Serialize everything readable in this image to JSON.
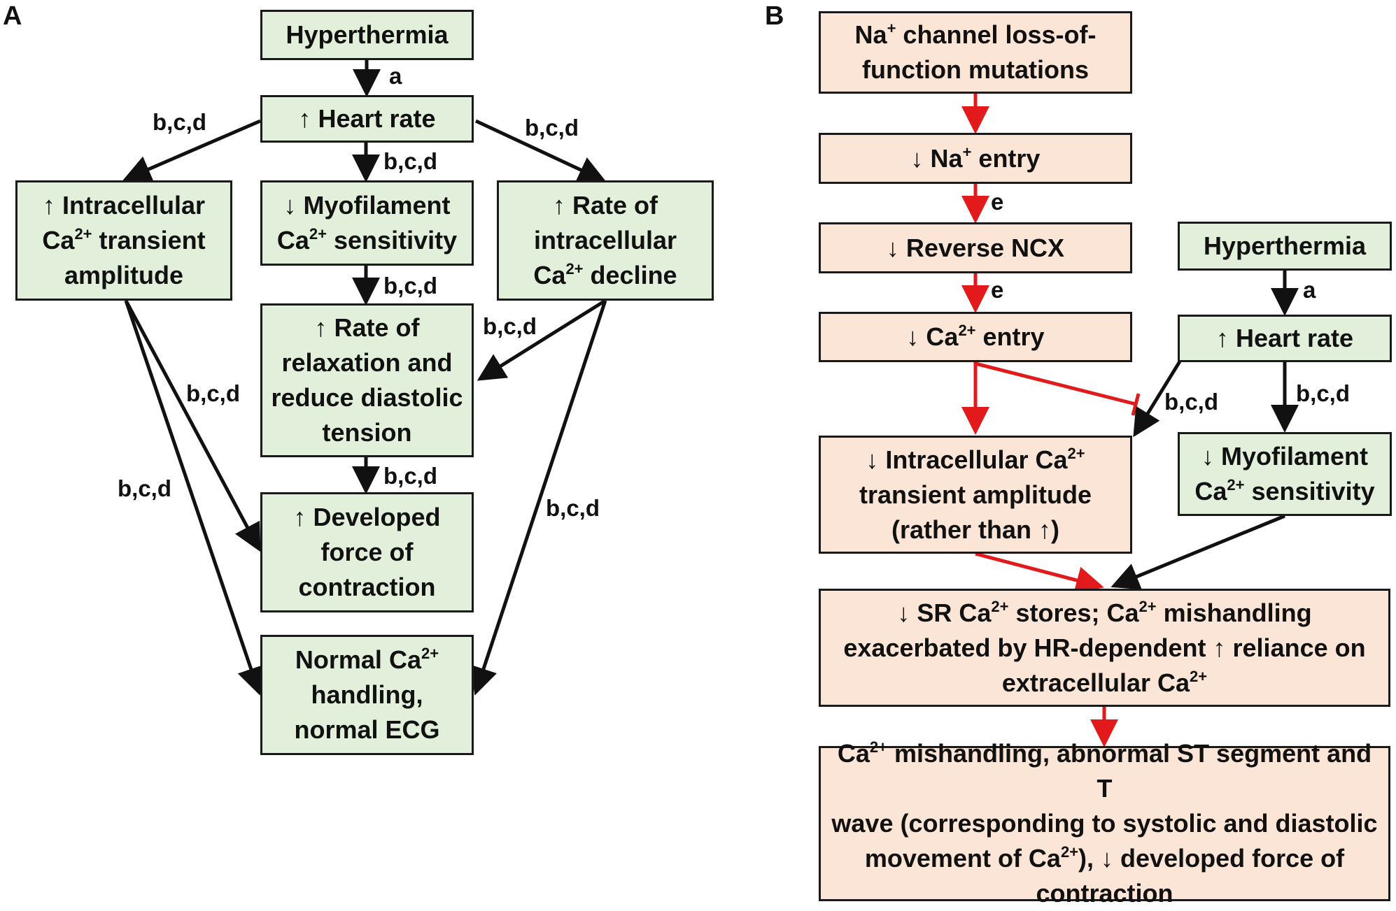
{
  "panels": {
    "a": "A",
    "b": "B"
  },
  "colors": {
    "green_box": "#e2efda",
    "peach_box": "#fbe5d6",
    "arrow_black": "#111111",
    "arrow_red": "#e31a1c"
  },
  "panel_a": {
    "hyperthermia": "Hyperthermia",
    "heart_rate": [
      "↑ Heart rate"
    ],
    "intracellular": [
      "↑ Intracellular",
      "Ca",
      "2+",
      " transient",
      "amplitude"
    ],
    "myofilament": [
      "↓ Myofilament",
      "Ca",
      "2+",
      " sensitivity"
    ],
    "rate_decline": [
      "↑ Rate of",
      "intracellular",
      "Ca",
      "2+",
      " decline"
    ],
    "relaxation": [
      "↑ Rate of",
      "relaxation and",
      "reduce diastolic",
      "tension"
    ],
    "developed_force": [
      "↑ Developed",
      "force of",
      "contraction"
    ],
    "normal": [
      "Normal Ca",
      "2+",
      "handling,",
      "normal ECG"
    ],
    "labels": {
      "a": "a",
      "bcd": "b,c,d"
    }
  },
  "panel_b": {
    "mutations": [
      "Na",
      "+",
      " channel loss-of-",
      "function mutations"
    ],
    "na_entry": [
      "↓ Na",
      "+",
      " entry"
    ],
    "reverse_ncx": "↓ Reverse NCX",
    "ca_entry": [
      "↓ Ca",
      "2+",
      " entry"
    ],
    "hyperthermia": "Hyperthermia",
    "heart_rate": "↑ Heart rate",
    "intracellular": [
      "↓ Intracellular Ca",
      "2+",
      "transient amplitude",
      "(rather than ↑)"
    ],
    "myofilament": [
      "↓ Myofilament",
      "Ca",
      "2+",
      " sensitivity"
    ],
    "sr_stores": [
      "↓ SR Ca",
      "2+",
      " stores; Ca",
      "2+",
      " mishandling",
      "exacerbated by HR-dependent ↑ reliance on",
      "extracellular Ca",
      "2+"
    ],
    "outcome": [
      "Ca",
      "2+",
      " mishandling, abnormal ST segment and T",
      "wave (corresponding to systolic and diastolic",
      "movement of Ca",
      "2+",
      "), ↓ developed force of",
      "contraction"
    ],
    "labels": {
      "a": "a",
      "e": "e",
      "bcd": "b,c,d"
    }
  }
}
